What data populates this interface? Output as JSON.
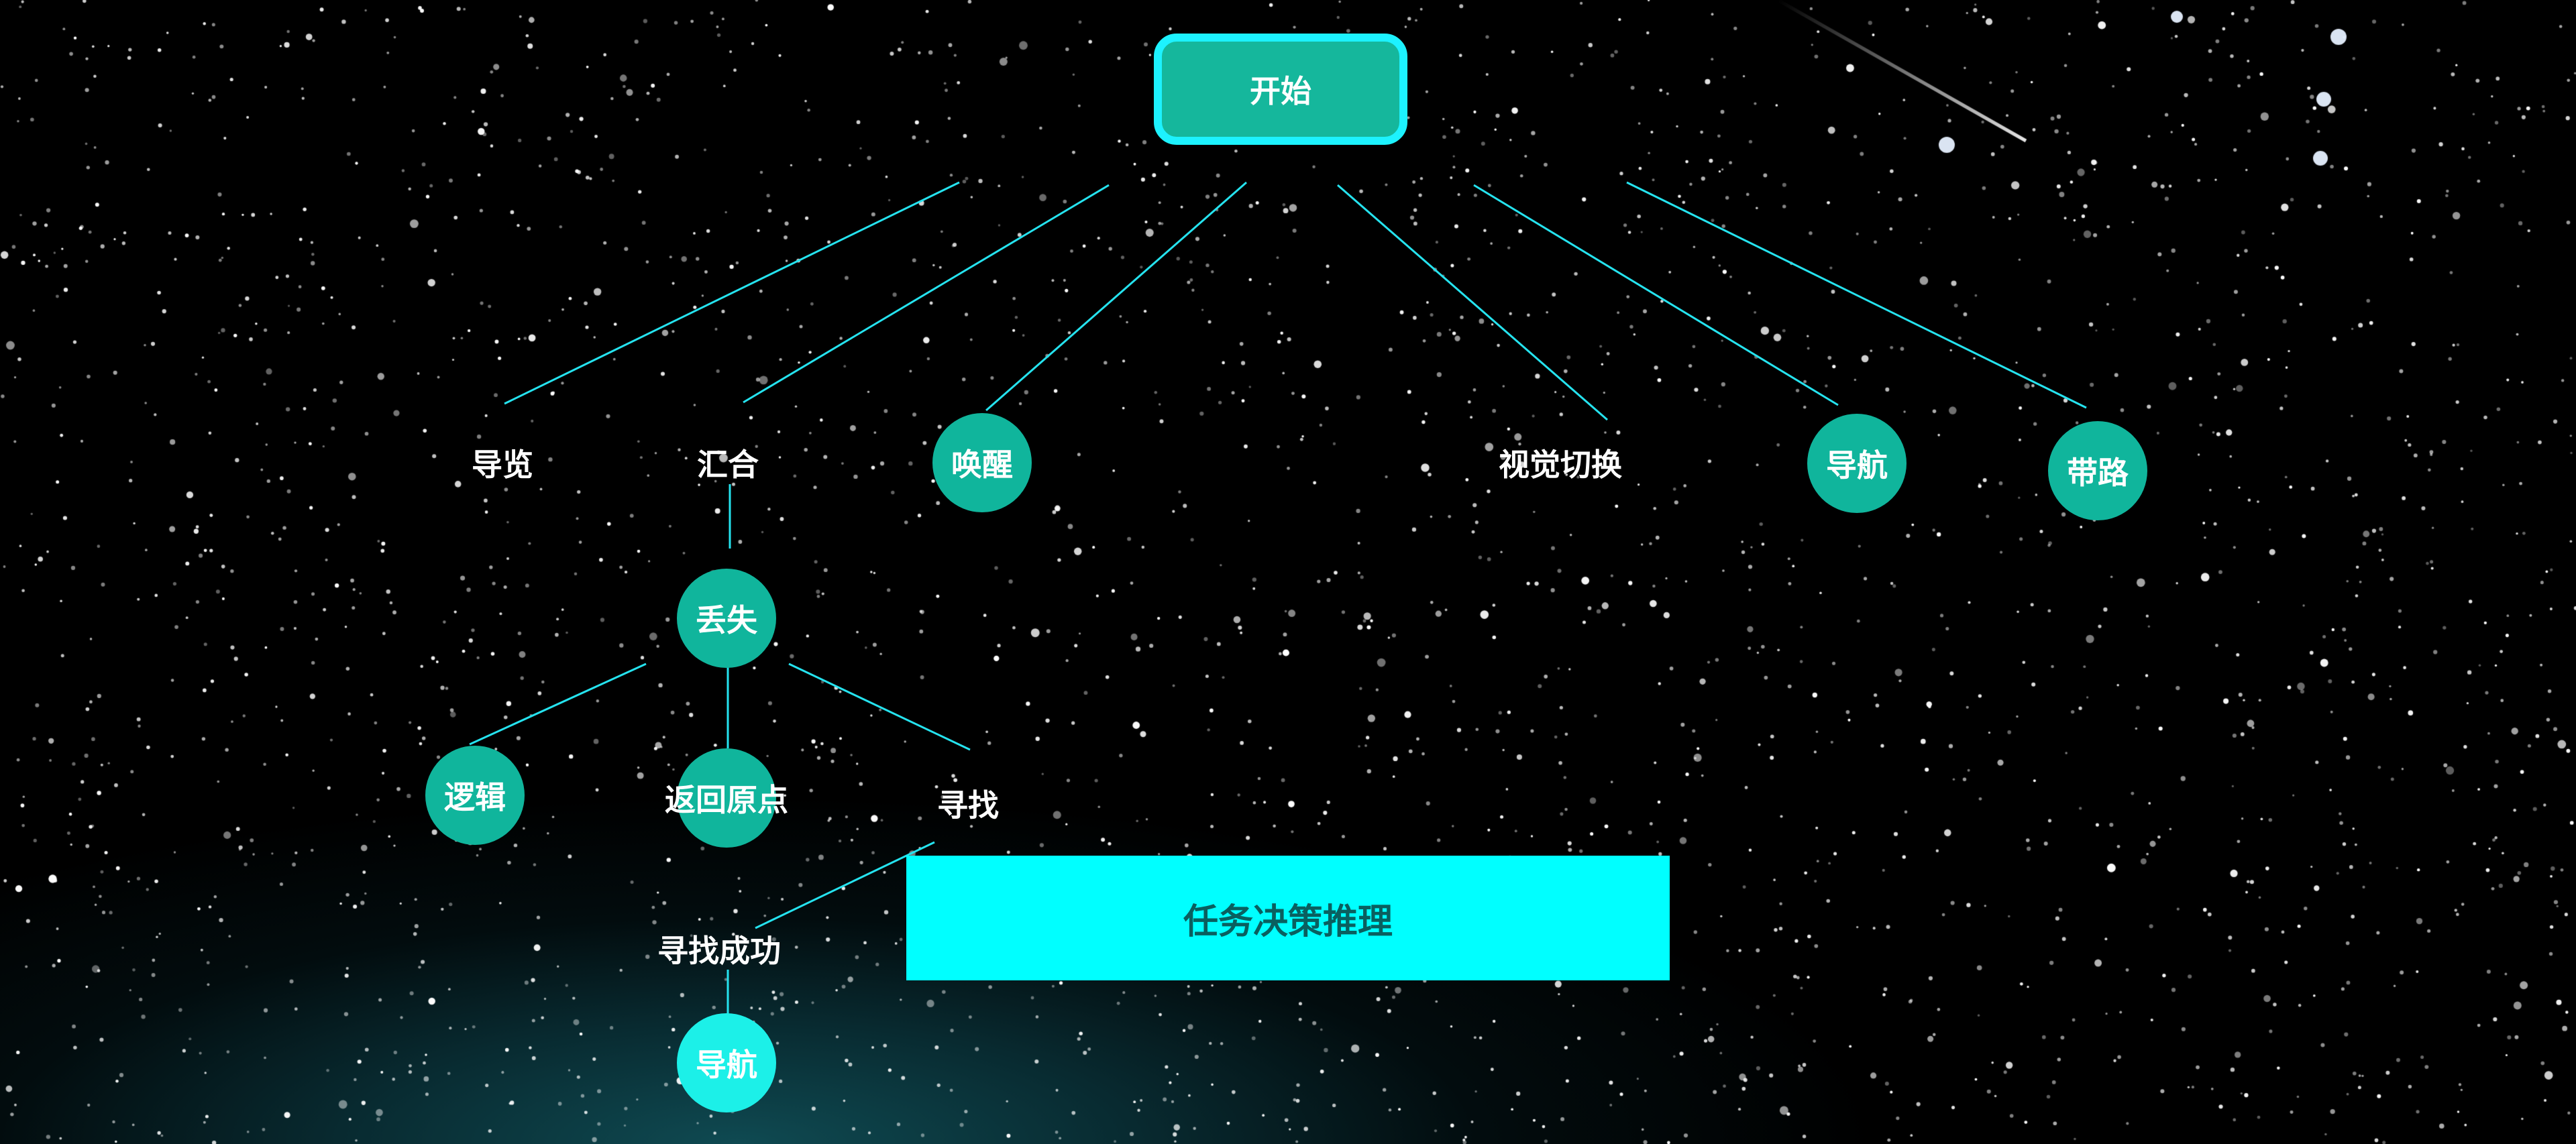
{
  "colors": {
    "background": "#000000",
    "edge": "#25e3ef",
    "node_fill": "#10b59c",
    "node_fill_bright": "#1cf0e8",
    "start_border": "#1df2ff",
    "task_fill": "#00ffff",
    "task_text": "#0a5f5f",
    "text": "#ffffff"
  },
  "nodes": {
    "start": "开始",
    "tour": "导览",
    "meetup": "汇合",
    "wakeup": "唤醒",
    "view_switch": "视觉切换",
    "navigate": "导航",
    "guide": "带路",
    "lost": "丢失",
    "logic": "逻辑",
    "return_origin": "返回原点",
    "search": "寻找",
    "search_success": "寻找成功",
    "navigate_2": "导航"
  },
  "task_box": {
    "label": "任务决策推理"
  }
}
